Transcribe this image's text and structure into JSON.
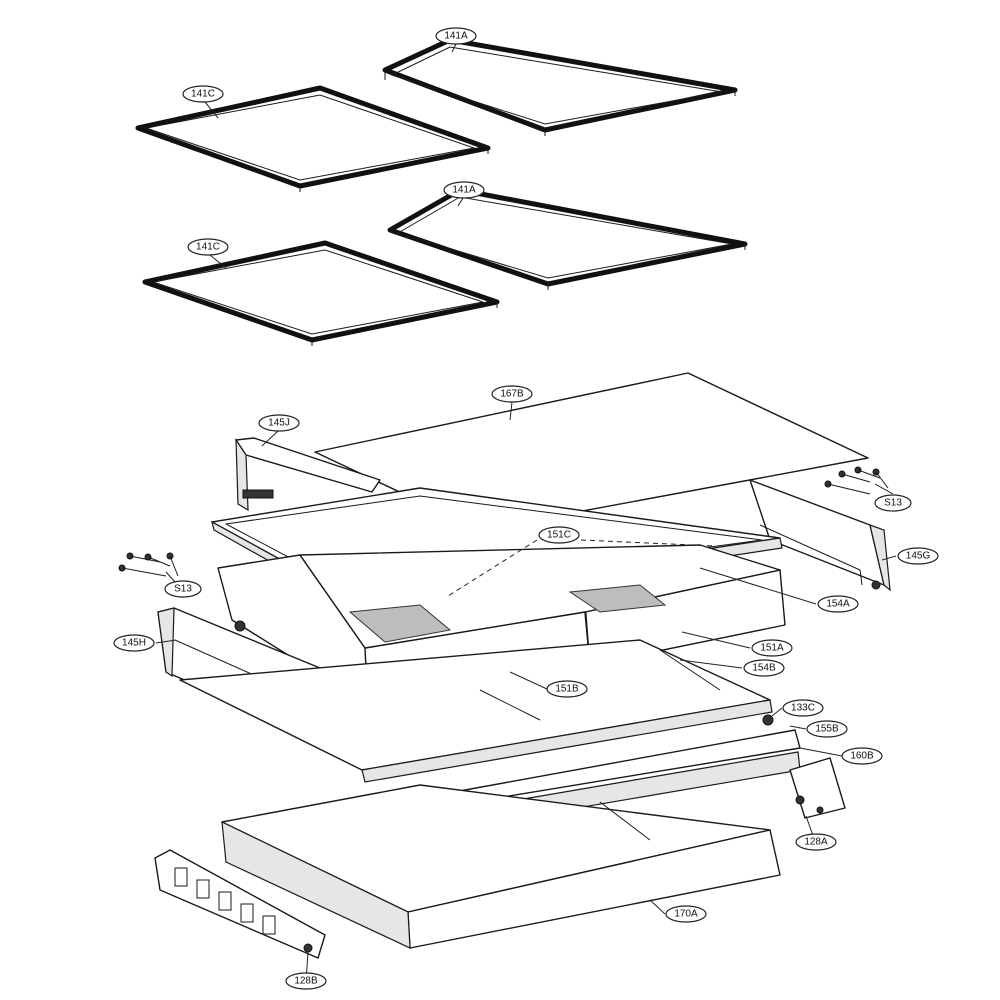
{
  "labels": {
    "l141A_top": "141A",
    "l141C_top": "141C",
    "l141A_mid": "141A",
    "l141C_mid": "141C",
    "l167B": "167B",
    "l145J": "145J",
    "l151C": "151C",
    "lS13_right": "S13",
    "lS13_left": "S13",
    "l145G": "145G",
    "l154A": "154A",
    "l145H": "145H",
    "l151A": "151A",
    "l154B": "154B",
    "l151B": "151B",
    "l133C": "133C",
    "l155B": "155B",
    "l160B": "160B",
    "l128A": "128A",
    "l170A": "170A",
    "l128B": "128B"
  }
}
